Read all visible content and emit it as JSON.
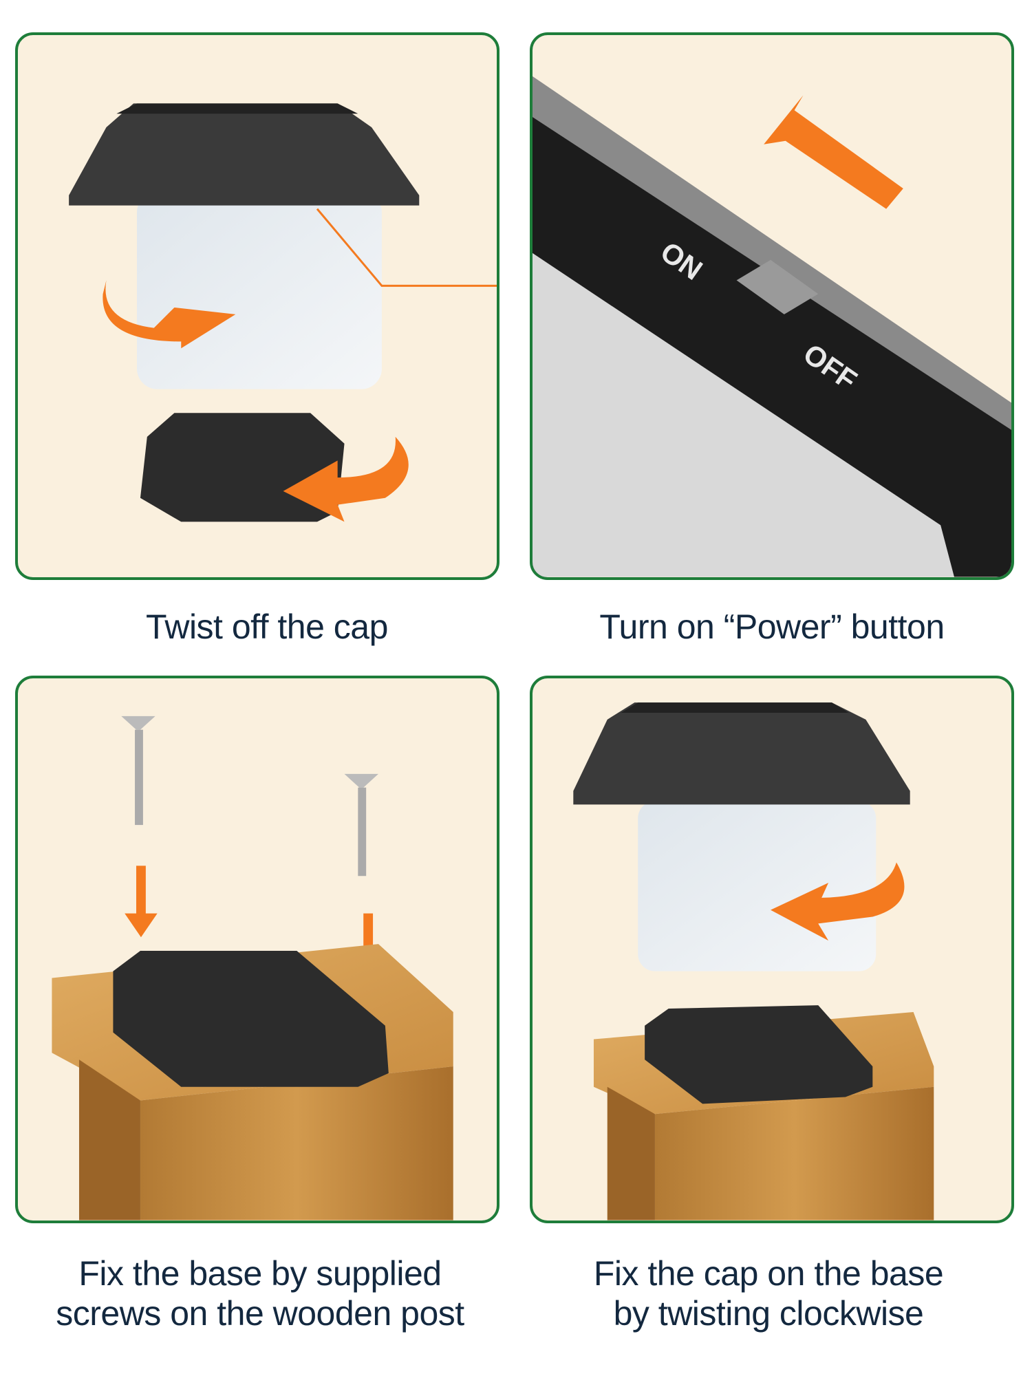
{
  "steps": [
    {
      "caption": "Twist off the cap"
    },
    {
      "caption": "Turn on “Power” button",
      "switch_on": "ON",
      "switch_off": "OFF"
    },
    {
      "caption_line1": "Fix the base by supplied",
      "caption_line2": "screws on the wooden post"
    },
    {
      "caption_line1": "Fix the cap on the base",
      "caption_line2": "by twisting clockwise"
    }
  ],
  "colors": {
    "border": "#1e7d3a",
    "panel_bg": "#faf0de",
    "arrow": "#f47a1f",
    "text": "#13283f"
  }
}
